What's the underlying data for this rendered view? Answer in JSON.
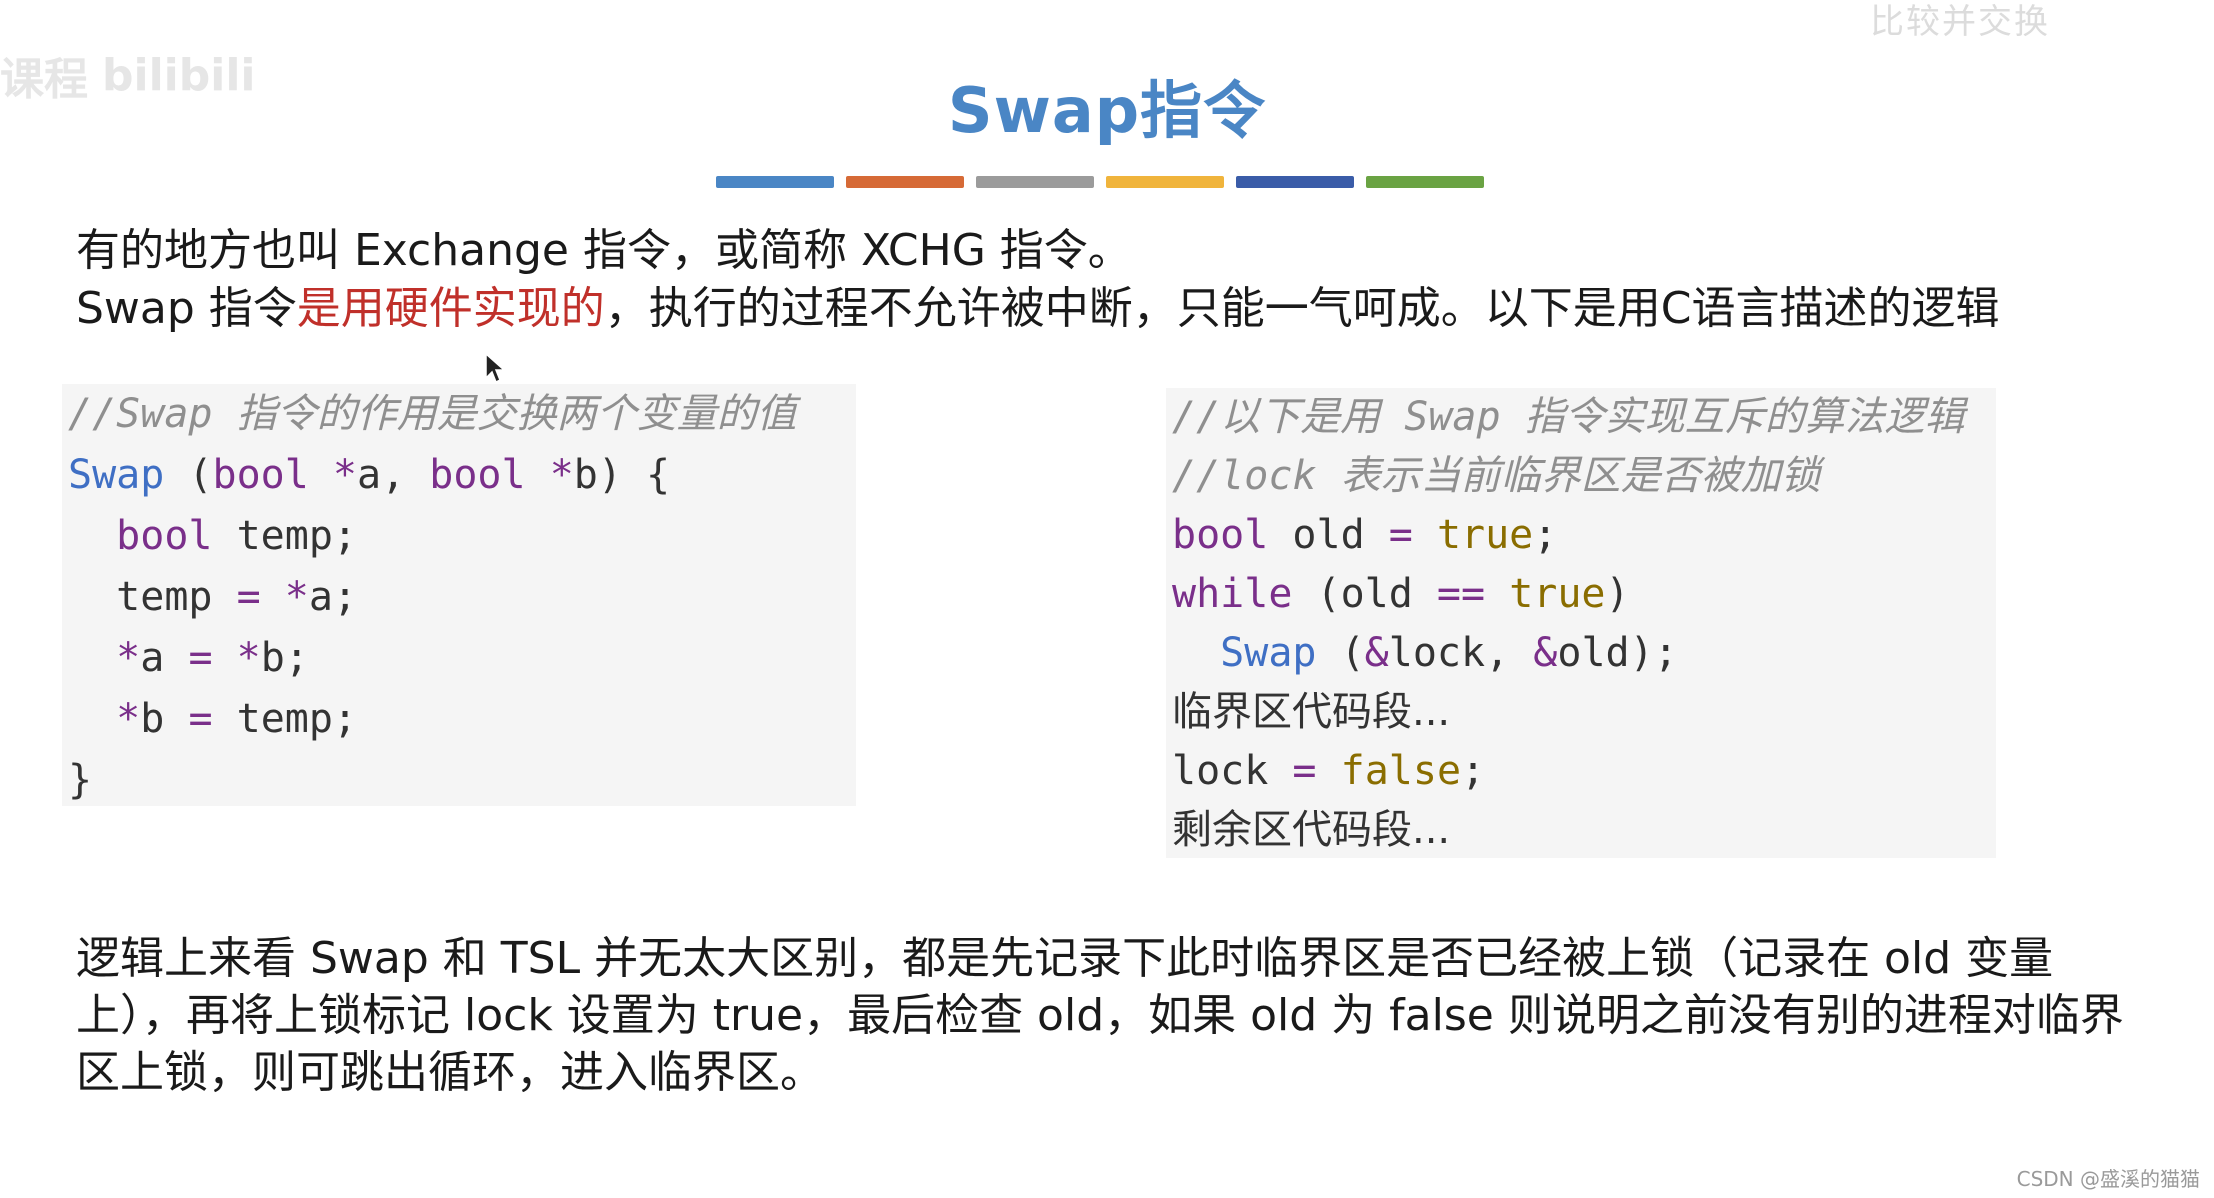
{
  "watermarks": {
    "top_right": "比较并交换",
    "logo_text": "课程",
    "logo_brand": "bilibili"
  },
  "slide": {
    "title": "Swap指令",
    "bar_colors": [
      "#4a86c5",
      "#d66a36",
      "#9b9b9b",
      "#f0b43c",
      "#3a5ca8",
      "#6aa343"
    ]
  },
  "intro": {
    "line1": "有的地方也叫 Exchange 指令，或简称 XCHG 指令。",
    "line2_prefix": "Swap 指令",
    "line2_highlight": "是用硬件实现的",
    "line2_suffix": "，执行的过程不允许被中断，只能一气呵成。以下是用C语言描述的逻辑"
  },
  "code_left": {
    "comment": "//Swap 指令的作用是交换两个变量的值",
    "l1_fn": "Swap",
    "l1_a": " (",
    "l1_kw1": "bool",
    "l1_b": " ",
    "l1_op1": "*",
    "l1_c": "a, ",
    "l1_kw2": "bool",
    "l1_d": " ",
    "l1_op2": "*",
    "l1_e": "b) {",
    "l2_kw": "bool",
    "l2_rest": " temp;",
    "l3_a": "temp ",
    "l3_op": "=",
    "l3_b": " ",
    "l3_op2": "*",
    "l3_c": "a;",
    "l4_op1": "*",
    "l4_a": "a ",
    "l4_op2": "=",
    "l4_b": " ",
    "l4_op3": "*",
    "l4_c": "b;",
    "l5_op1": "*",
    "l5_a": "b ",
    "l5_op2": "=",
    "l5_b": " temp;",
    "l6": "}"
  },
  "code_right": {
    "comment1": "//以下是用 Swap 指令实现互斥的算法逻辑",
    "comment2": "//lock 表示当前临界区是否被加锁",
    "r3_kw": "bool",
    "r3_a": " old ",
    "r3_op": "=",
    "r3_b": " ",
    "r3_val": "true",
    "r3_c": ";",
    "r4_kw": "while",
    "r4_a": " (old ",
    "r4_op": "==",
    "r4_b": " ",
    "r4_val": "true",
    "r4_c": ")",
    "r5_fn": "Swap",
    "r5_a": " (",
    "r5_op1": "&",
    "r5_b": "lock, ",
    "r5_op2": "&",
    "r5_c": "old);",
    "r6": "临界区代码段...",
    "r7_a": "lock ",
    "r7_op": "=",
    "r7_b": " ",
    "r7_val": "false",
    "r7_c": ";",
    "r8": "剩余区代码段..."
  },
  "summary": {
    "text": "逻辑上来看 Swap 和 TSL 并无太大区别，都是先记录下此时临界区是否已经被上锁（记录在 old 变量上），再将上锁标记 lock 设置为 true，最后检查 old，如果 old 为 false 则说明之前没有别的进程对临界区上锁，则可跳出循环，进入临界区。"
  },
  "footer": {
    "csdn": "CSDN @盛溪的猫猫"
  }
}
